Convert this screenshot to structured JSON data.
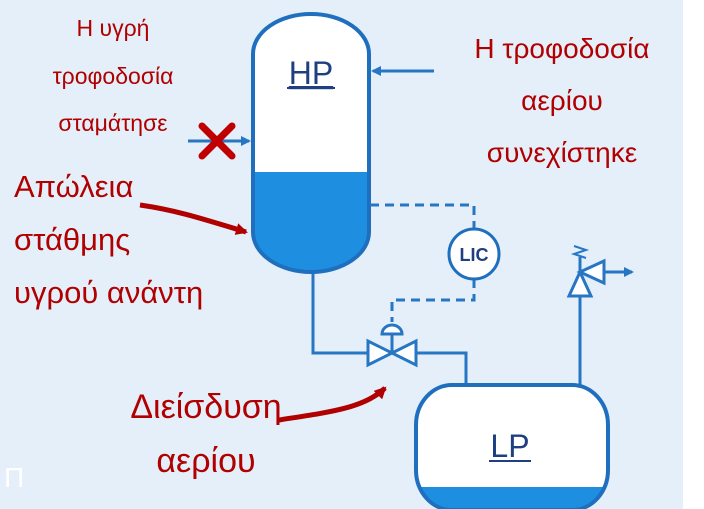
{
  "labels": {
    "hp": "HP",
    "lp": "LP",
    "lic": "LIC",
    "liquid_feed_line1": "Η υγρή",
    "liquid_feed_line2": "τροφοδοσία",
    "liquid_feed_line3": "σταμάτησε",
    "gas_feed_line1": "Η τροφοδοσία",
    "gas_feed_line2": "αερίου",
    "gas_feed_line3": "συνεχίστηκε",
    "level_loss_line1": "Απώλεια",
    "level_loss_line2": "στάθμης",
    "level_loss_line3": "υγρού ανάντη",
    "blowby_line1": "Διείσδυση",
    "blowby_line2": "αερίου",
    "corner_glyph": "Π"
  },
  "colors": {
    "background_panel": "#e4eff9",
    "vessel_outline": "#1f6fbf",
    "liquid": "#1e8fe0",
    "line": "#2676c4",
    "annotation_red": "#b00000",
    "x_mark": "#c00000",
    "corner_text": "#ffffff"
  },
  "icons": {
    "stopped_feed": "x-mark-icon",
    "control_valve": "control-valve-icon",
    "relief_valve": "relief-valve-icon"
  }
}
